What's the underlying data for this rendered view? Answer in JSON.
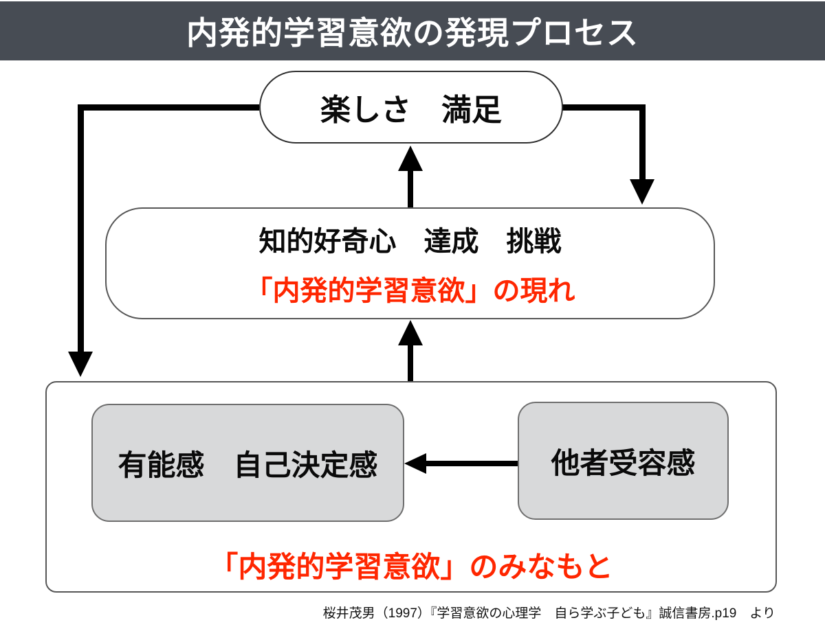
{
  "header": {
    "title": "内発的学習意欲の発現プロセス",
    "bg_color": "#474c54",
    "text_color": "#ffffff"
  },
  "diagram": {
    "top_box": {
      "label": "楽しさ　満足"
    },
    "middle_box": {
      "line1": "知的好奇心　達成　挑戦",
      "line2": "「内発的学習意欲」の現れ",
      "line2_color": "#ff2600"
    },
    "source_box": {
      "left_box": {
        "label": "有能感　自己決定感",
        "fill": "#d8d9da"
      },
      "right_box": {
        "label": "他者受容感",
        "fill": "#d8d9da"
      },
      "caption": "「内発的学習意欲」のみなもと",
      "caption_color": "#ff2600"
    },
    "arrows": [
      {
        "name": "middle-to-top",
        "direction": "up"
      },
      {
        "name": "top-to-source-left-elbow",
        "direction": "down"
      },
      {
        "name": "top-to-middle-right-elbow",
        "direction": "down"
      },
      {
        "name": "source-to-middle",
        "direction": "up"
      },
      {
        "name": "acceptance-to-competence",
        "direction": "left"
      }
    ],
    "arrow_color": "#000000"
  },
  "footer": {
    "citation": "桜井茂男（1997）『学習意欲の心理学　自ら学ぶ子ども』誠信書房.p19　より"
  }
}
